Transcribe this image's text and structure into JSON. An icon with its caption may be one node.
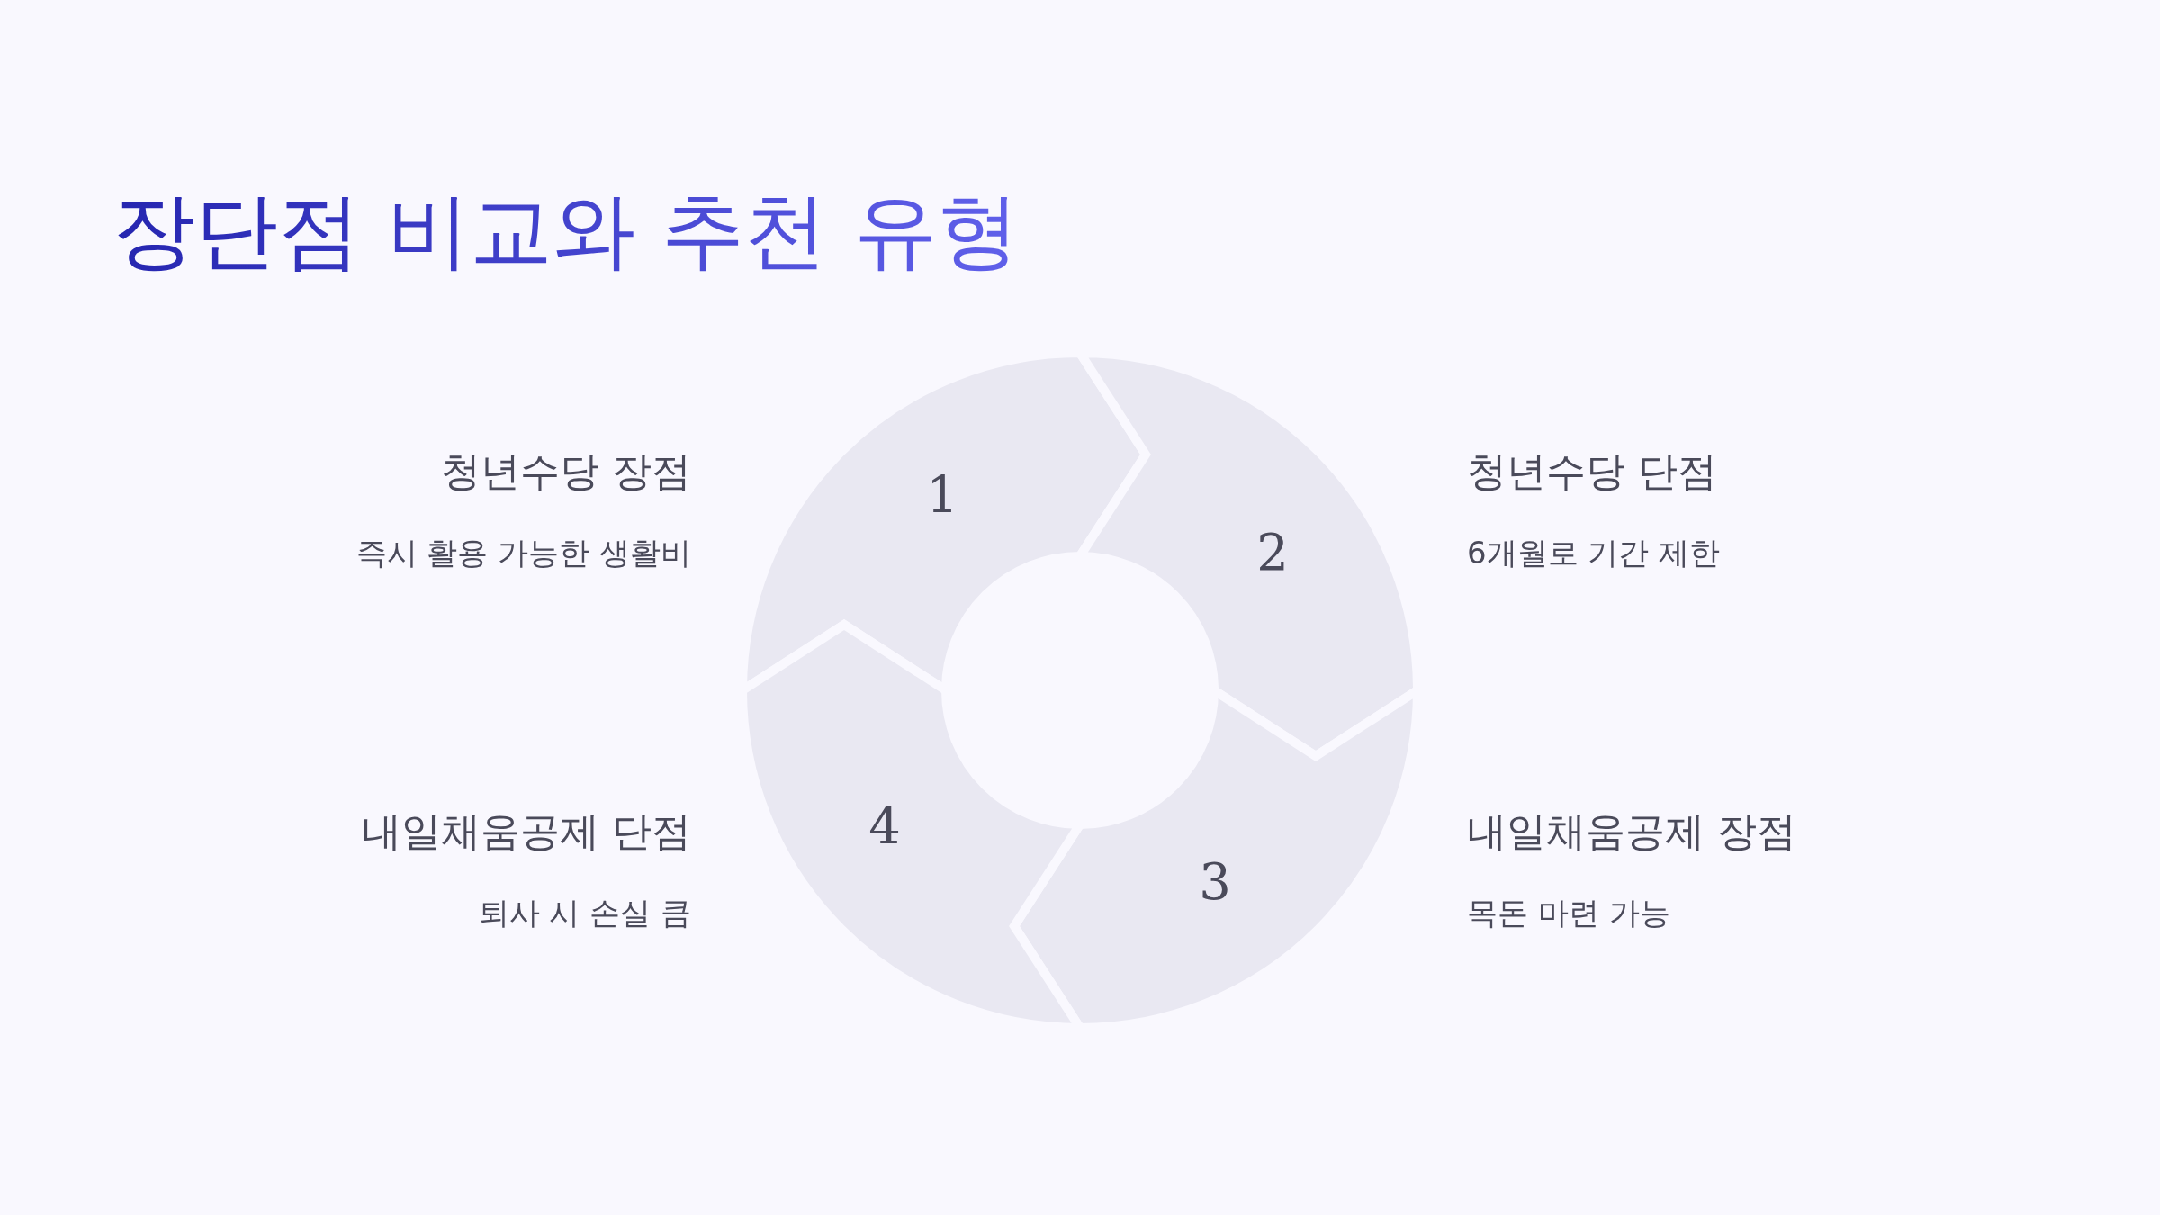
{
  "diagram": {
    "title": "장단점 비교와 추천 유형",
    "nodes": [
      {
        "text": [
          "1"
        ],
        "beside": [
          "청년수당 장점",
          "즉시 활용 가능한 생활비"
        ]
      },
      {
        "text": [
          "2"
        ],
        "beside": [
          "청년수당 단점",
          "6개월로 기간 제한"
        ]
      },
      {
        "text": [
          "3"
        ],
        "beside": [
          "내일채움공제 장점",
          "목돈 마련 가능"
        ]
      },
      {
        "text": [
          "4"
        ],
        "beside": [
          "내일채움공제 단점",
          "퇴사 시 손실 큼"
        ]
      }
    ]
  }
}
